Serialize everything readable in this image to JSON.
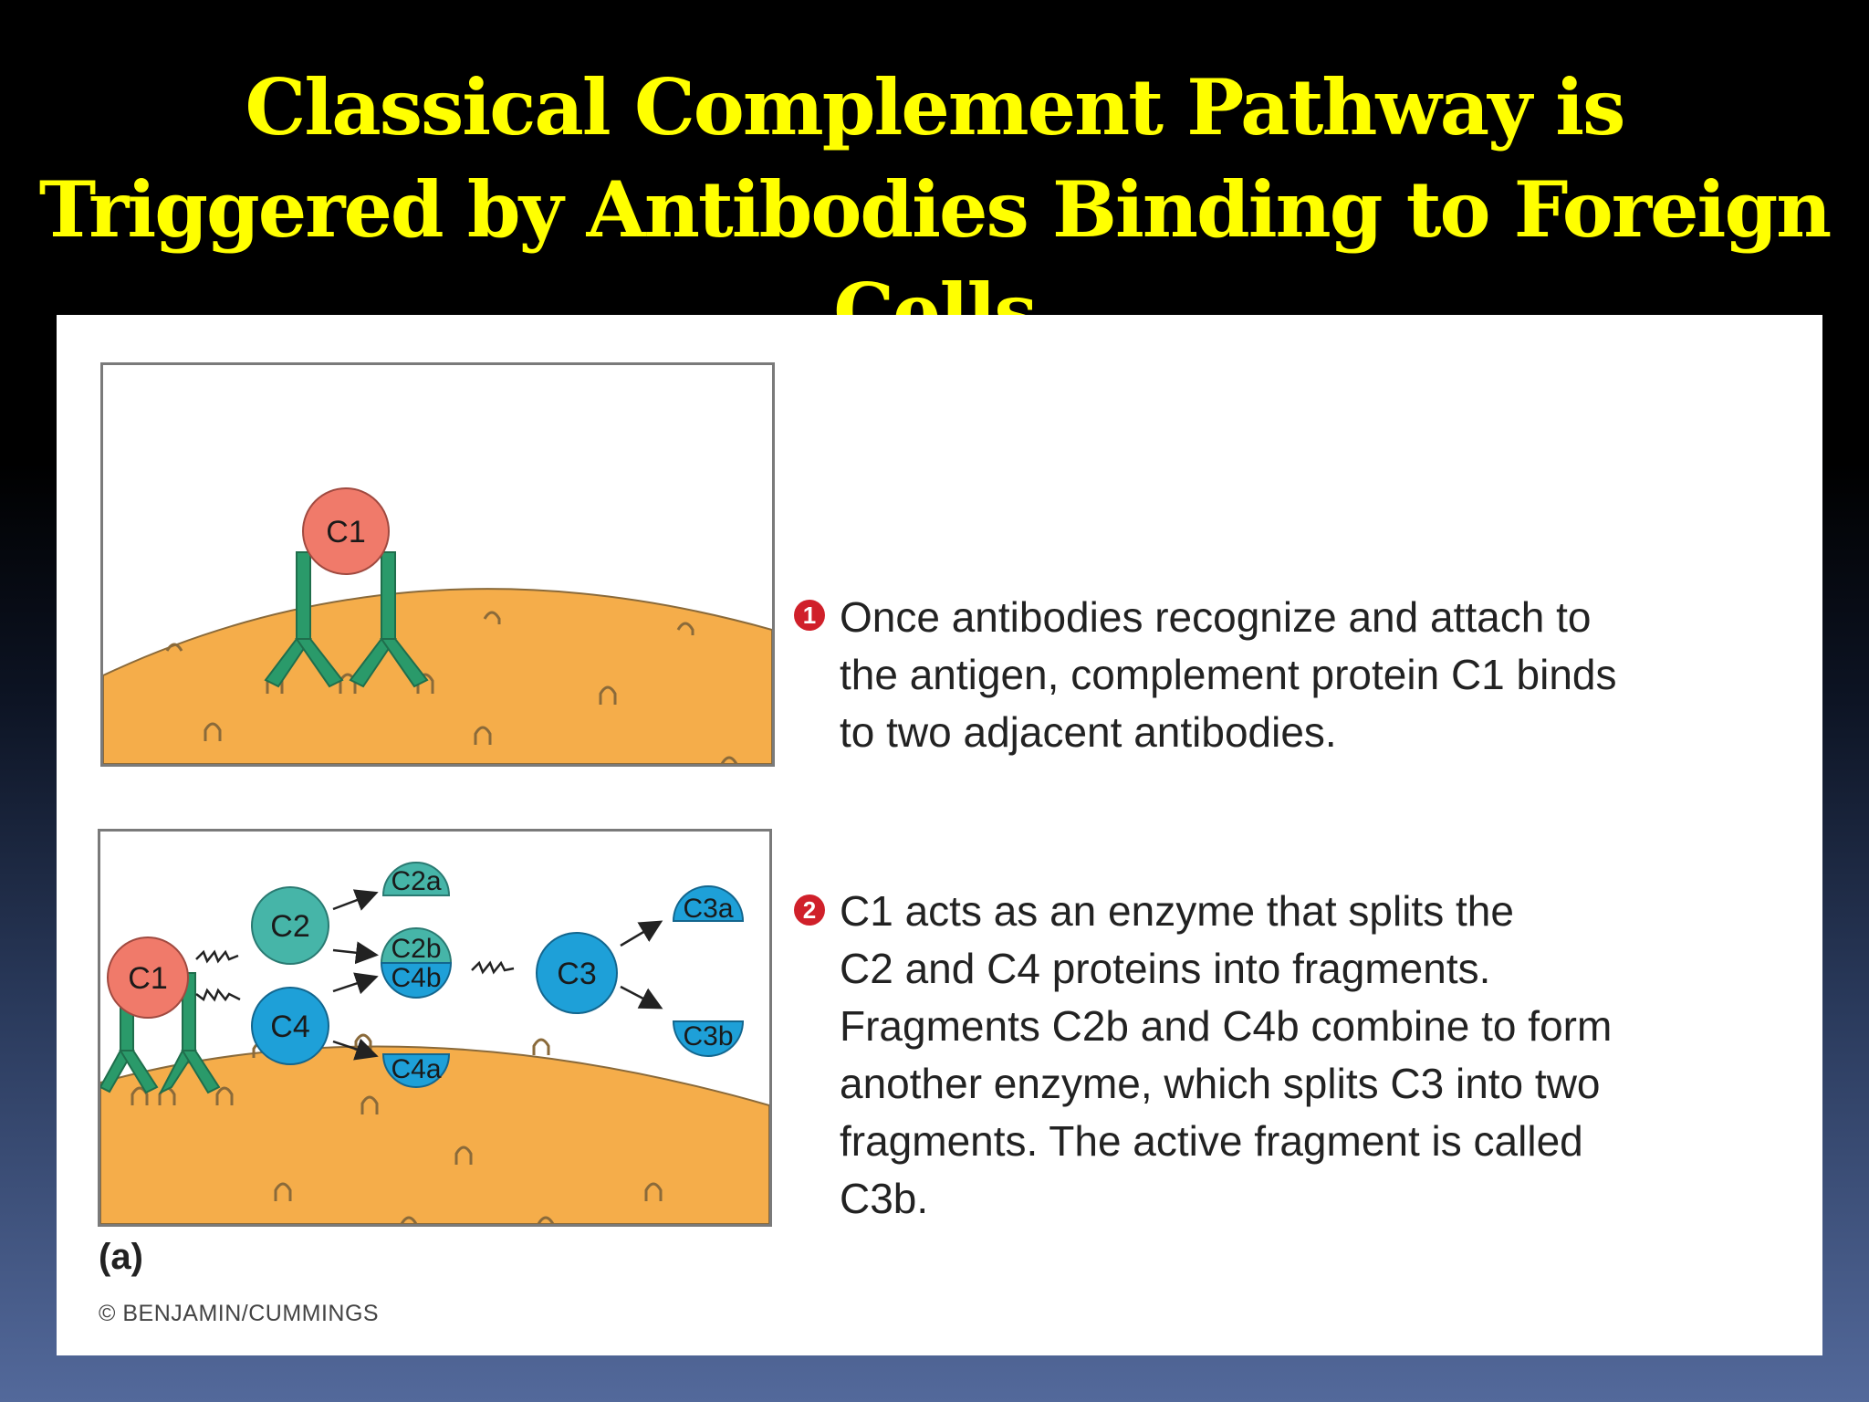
{
  "slide": {
    "title_line1": "Classical Complement Pathway is",
    "title_line2": "Triggered by Antibodies Binding to Foreign",
    "title_line3": "Cells"
  },
  "colors": {
    "title": "#ffff00",
    "cell_surface": "#f5ad4a",
    "antibody": "#2a9a6a",
    "c1": "#f07a6a",
    "c2": "#46b5a8",
    "c4_c3": "#1ea0d8",
    "marker": "#d0202a"
  },
  "panel1": {
    "c1_label": "C1"
  },
  "panel2": {
    "c1_label": "C1",
    "c2_label": "C2",
    "c4_label": "C4",
    "c2a_label": "C2a",
    "c2b_label": "C2b",
    "c4b_label": "C4b",
    "c4a_label": "C4a",
    "c3_label": "C3",
    "c3a_label": "C3a",
    "c3b_label": "C3b"
  },
  "steps": [
    {
      "marker": "1",
      "lines": [
        "Once antibodies recognize and attach to",
        "the antigen, complement protein C1 binds",
        "to two adjacent antibodies."
      ]
    },
    {
      "marker": "2",
      "lines": [
        "C1 acts as an enzyme that splits the",
        "C2 and C4 proteins into fragments.",
        "Fragments C2b and C4b combine to form",
        "another enzyme, which splits C3 into two",
        "fragments. The active fragment is called",
        "C3b."
      ]
    }
  ],
  "figure_label": "(a)",
  "copyright": "© BENJAMIN/CUMMINGS"
}
